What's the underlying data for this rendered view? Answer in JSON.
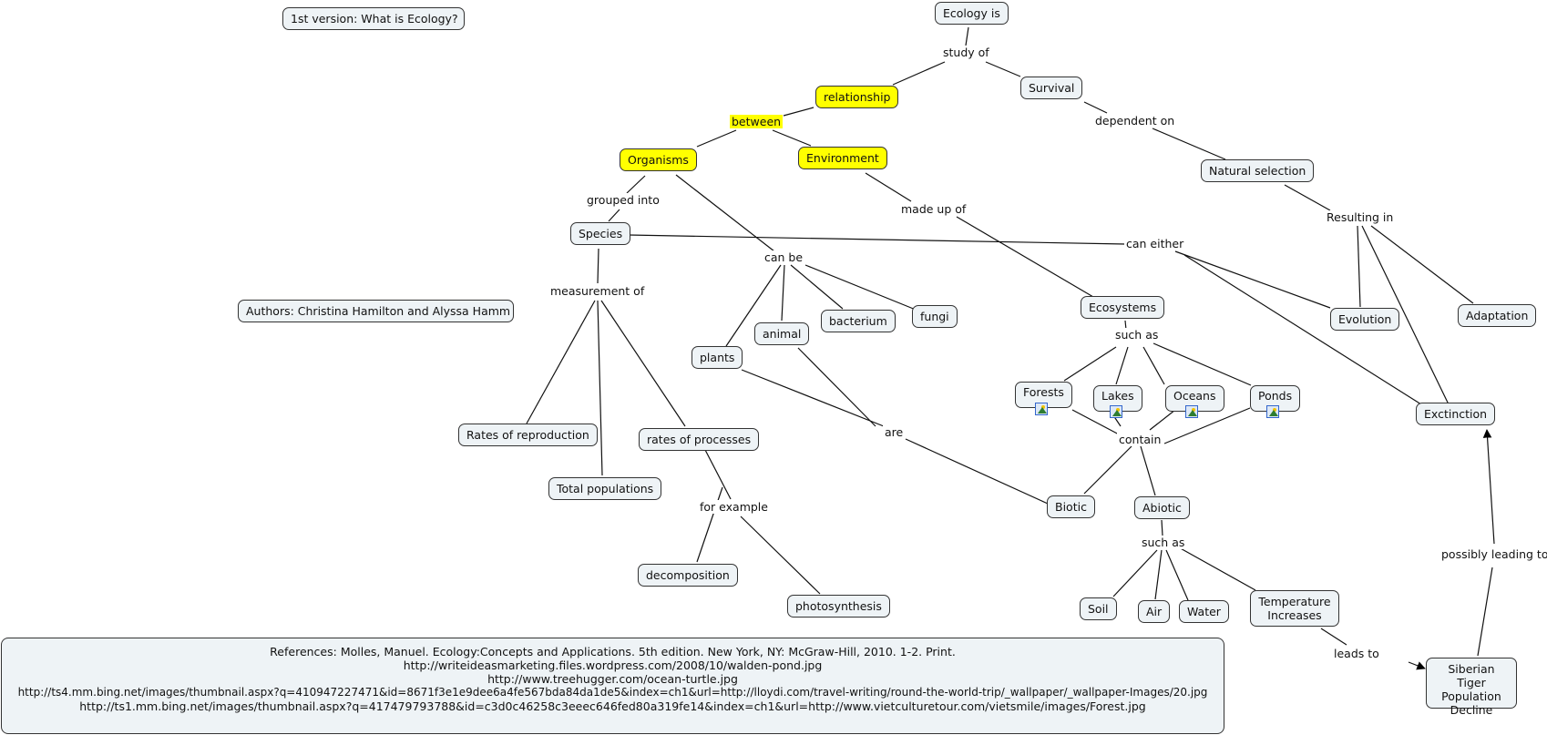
{
  "title_box": "1st version:  What is Ecology?",
  "authors_box": "Authors: Christina Hamilton and Alyssa Hamm",
  "concepts": {
    "ecology_is": "Ecology is",
    "relationship": "relationship",
    "survival": "Survival",
    "organisms": "Organisms",
    "environment": "Environment",
    "natural_selection": "Natural selection",
    "species": "Species",
    "plants": "plants",
    "animal": "animal",
    "bacterium": "bacterium",
    "fungi": "fungi",
    "ecosystems": "Ecosystems",
    "evolution": "Evolution",
    "adaptation": "Adaptation",
    "forests": "Forests",
    "lakes": "Lakes",
    "oceans": "Oceans",
    "ponds": "Ponds",
    "exctinction": "Exctinction",
    "rates_of_reproduction": "Rates of reproduction",
    "rates_of_processes": "rates of processes",
    "total_populations": "Total populations",
    "biotic": "Biotic",
    "abiotic": "Abiotic",
    "decomposition": "decomposition",
    "photosynthesis": "photosynthesis",
    "soil": "Soil",
    "air": "Air",
    "water": "Water",
    "temperature_increases": "Temperature Increases",
    "siberian_tiger": "Siberian Tiger Population Decline"
  },
  "linking_phrases": {
    "study_of": "study of",
    "between": "between",
    "dependent_on": "dependent on",
    "grouped_into": "grouped into",
    "made_up_of": "made up of",
    "resulting_in": "Resulting in",
    "can_either": "can either",
    "can_be": "can be",
    "measurement_of": "measurement of",
    "such_as_ecosystems": "such as",
    "are": "are",
    "contain": "contain",
    "for_example": "for example",
    "such_as_abiotic": "such as",
    "possibly_leading_to": "possibly leading to",
    "leads_to": "leads to"
  },
  "highlight_color": "#ffff00",
  "node_fill_color": "#eef3f6",
  "references": [
    "References: Molles, Manuel. Ecology:Concepts and Applications. 5th edition. New York, NY: McGraw-Hill, 2010. 1-2. Print.",
    "http://writeideasmarketing.files.wordpress.com/2008/10/walden-pond.jpg",
    "http://www.treehugger.com/ocean-turtle.jpg",
    "http://ts4.mm.bing.net/images/thumbnail.aspx?q=410947227471&id=8671f3e1e9dee6a4fe567bda84da1de5&index=ch1&url=http://lloydi.com/travel-writing/round-the-world-trip/_wallpaper/_wallpaper-Images/20.jpg",
    "http://ts1.mm.bing.net/images/thumbnail.aspx?q=417479793788&id=c3d0c46258c3eeec646fed80a319fe14&index=ch1&url=http://www.vietculturetour.com/vietsmile/images/Forest.jpg"
  ],
  "image_icons": [
    "image-icon",
    "image-icon",
    "image-icon",
    "image-icon"
  ]
}
